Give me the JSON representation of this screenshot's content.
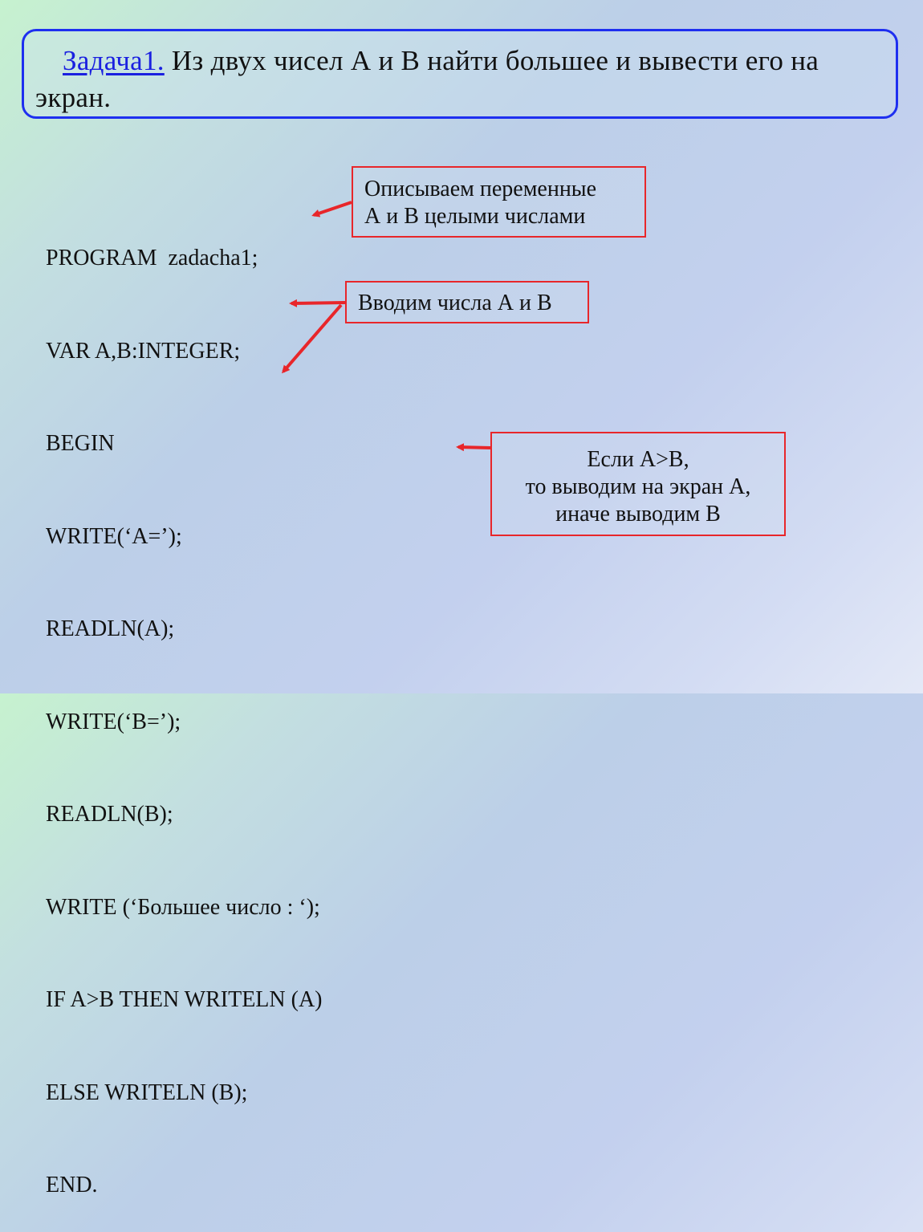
{
  "task": {
    "link_label": "Задача1.",
    "text": " Из двух чисел А и В найти большее и вывести его на экран."
  },
  "code_lines": [
    "PROGRAM  zadacha1;",
    "VAR A,B:INTEGER;",
    "BEGIN",
    "WRITE(‘A=’);",
    "READLN(A);",
    "WRITE(‘B=’);",
    "READLN(B);",
    "WRITE (‘Большее число : ‘);",
    "IF A>B THEN WRITELN (A)",
    "ELSE WRITELN (B);",
    "END."
  ],
  "notes": {
    "declare": [
      "Описываем переменные",
      "А и В целыми числами"
    ],
    "input": [
      "Вводим числа А и В"
    ],
    "condition": [
      "Если A>B,",
      "то выводим на экран  А,",
      "иначе выводим В"
    ]
  },
  "colors": {
    "frame_blue": "#1e2ff0",
    "link_blue": "#1a20e0",
    "annotation_red": "#e8262a"
  }
}
